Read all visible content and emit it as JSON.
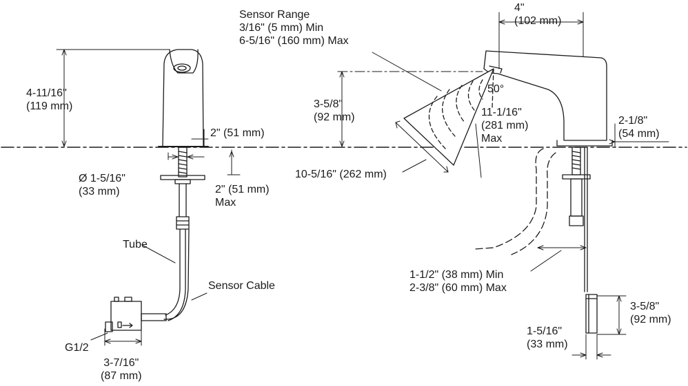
{
  "labels": {
    "faucet_height": [
      "4-11/16\"",
      "(119 mm)"
    ],
    "spout_depth_left": "2\" (51 mm)",
    "hole_diameter": [
      "Ø 1-5/16\"",
      "(33 mm)"
    ],
    "deck_thickness": [
      "2\" (51 mm)",
      "Max"
    ],
    "tube": "Tube",
    "sensor_cable": "Sensor Cable",
    "inlet_thread": "G1/2",
    "box_width": [
      "3-7/16\"",
      "(87 mm)"
    ],
    "sensor_range": [
      "Sensor Range",
      "3/16\" (5 mm) Min",
      "6-5/16\" (160 mm) Max"
    ],
    "spout_height": [
      "3-5/8\"",
      "(92 mm)"
    ],
    "angle": "50°",
    "max_range": [
      "11-1/16\"",
      "(281 mm)",
      "Max"
    ],
    "cone_length": "10-5/16\" (262 mm)",
    "spout_reach": [
      "4\"",
      "(102 mm)"
    ],
    "base_height": [
      "2-1/8\"",
      "(54 mm)"
    ],
    "tail_length": [
      "1-1/2\" (38 mm) Min",
      "2-3/8\" (60 mm) Max"
    ],
    "tube_height": [
      "3-5/8\"",
      "(92 mm)"
    ],
    "shank_diameter": [
      "1-5/16\"",
      "(33 mm)"
    ]
  },
  "colors": {
    "line": "#1a1a1a",
    "background": "#ffffff"
  }
}
